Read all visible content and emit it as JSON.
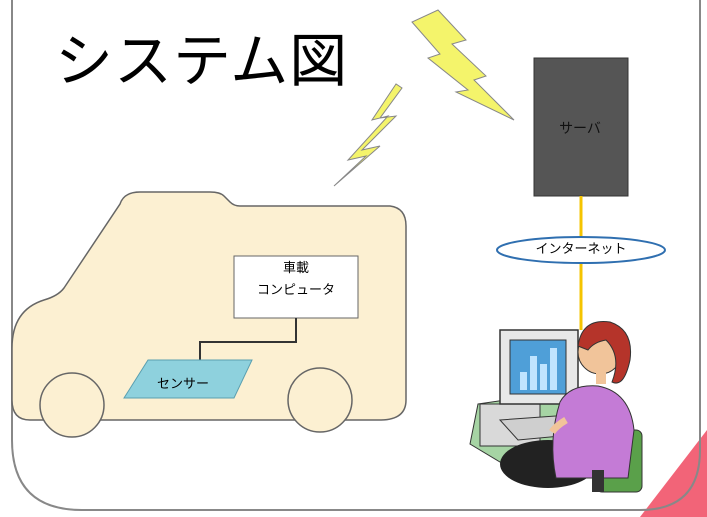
{
  "title": "システム図",
  "server": {
    "label": "サーバ"
  },
  "internet": {
    "label": "インターネット"
  },
  "onboard_computer": {
    "line1": "車載",
    "line2": "コンピュータ"
  },
  "sensor": {
    "label": "センサー"
  },
  "colors": {
    "frame_border": "#888888",
    "vehicle_fill": "#fcf0d2",
    "server_fill": "#555555",
    "lightning_fill": "#f4f46b",
    "connection_line": "#f5c400",
    "sensor_fill": "#8ed1dd",
    "corner_accent": "#f26478"
  }
}
